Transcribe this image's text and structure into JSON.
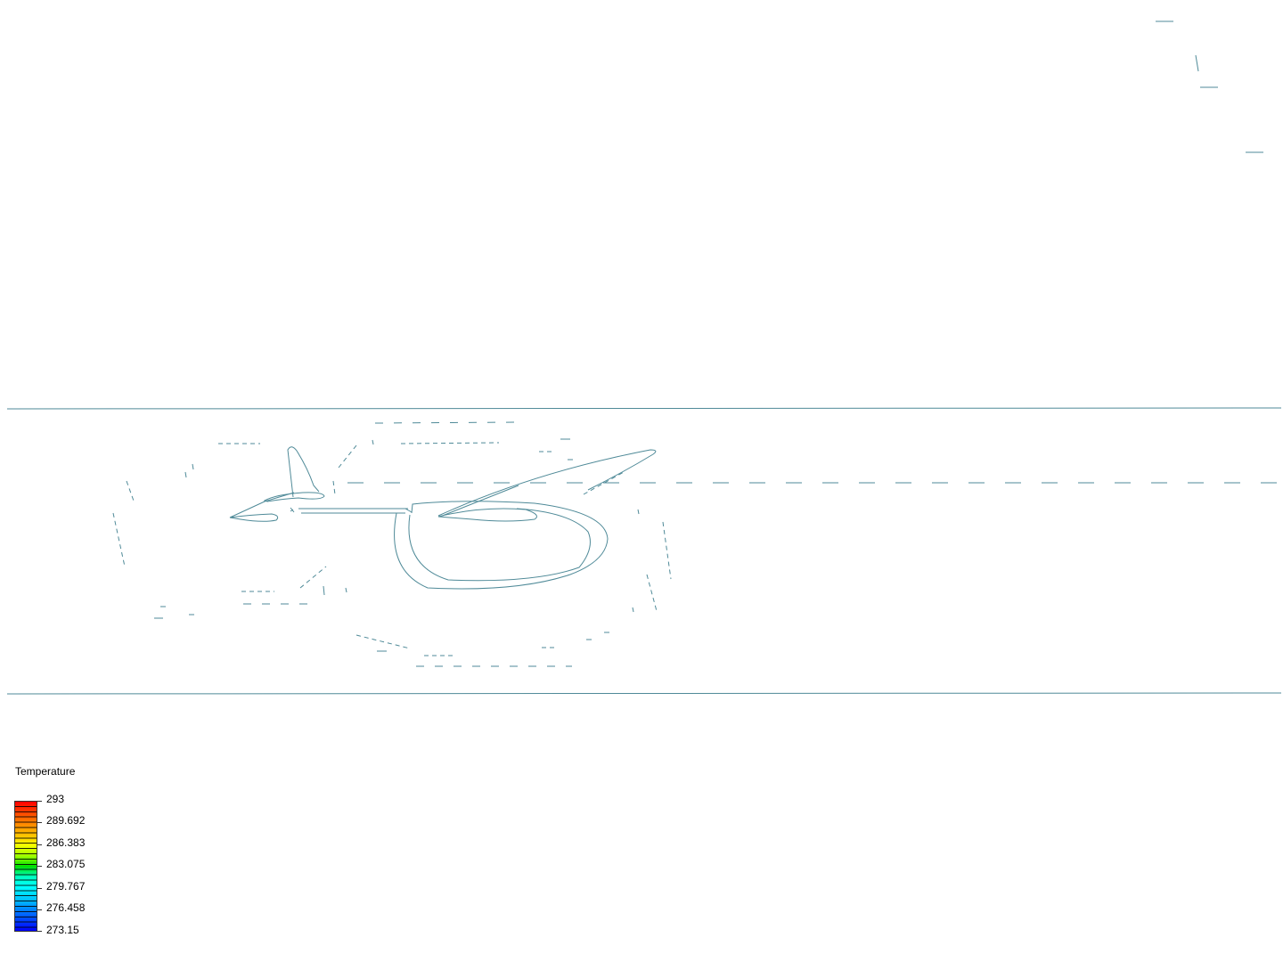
{
  "legend": {
    "title": "Temperature",
    "labels": [
      "293",
      "289.692",
      "286.383",
      "283.075",
      "279.767",
      "276.458",
      "273.15"
    ],
    "range": [
      273.15,
      293
    ],
    "colormap": [
      "#ff0000",
      "#ffff00",
      "#00e000",
      "#00ffff",
      "#0000ff"
    ]
  },
  "colors": {
    "geometry_line": "#4f8a98"
  }
}
